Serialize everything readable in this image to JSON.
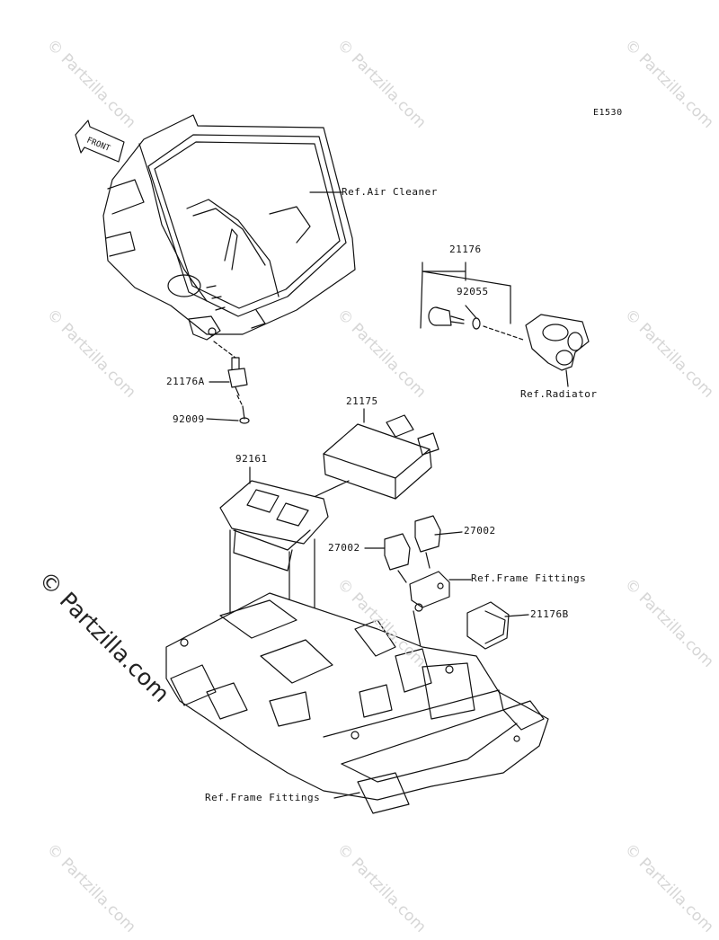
{
  "diagram_code": "E1530",
  "front_label": "FRONT",
  "labels": {
    "ref_air_cleaner": "Ref.Air Cleaner",
    "p21176": "21176",
    "p92055": "92055",
    "ref_radiator": "Ref.Radiator",
    "p21176a": "21176A",
    "p92009": "92009",
    "p21175": "21175",
    "p92161": "92161",
    "p27002_left": "27002",
    "p27002_right": "27002",
    "ref_frame_fittings_upper": "Ref.Frame Fittings",
    "p21176b": "21176B",
    "ref_frame_fittings_lower": "Ref.Frame Fittings"
  },
  "watermark": {
    "text": "© Partzilla.com",
    "main_text": "© Partzilla.com"
  },
  "colors": {
    "line": "#111111",
    "watermark": "#d6d6d6"
  }
}
